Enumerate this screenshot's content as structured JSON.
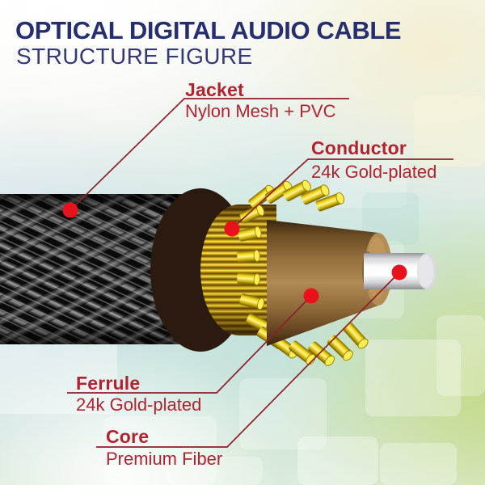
{
  "header": {
    "title": "OPTICAL DIGITAL AUDIO CABLE",
    "subtitle": "STRUCTURE FIGURE"
  },
  "callouts": {
    "jacket": {
      "title": "Jacket",
      "description": "Nylon Mesh + PVC"
    },
    "conductor": {
      "title": "Conductor",
      "description": "24k Gold-plated"
    },
    "ferrule": {
      "title": "Ferrule",
      "description": "24k Gold-plated"
    },
    "core": {
      "title": "Core",
      "description": "Premium Fiber"
    }
  },
  "colors": {
    "title_navy": "#272e6d",
    "label_red": "#b0232f",
    "leader_line_red": "#8d1f2b",
    "marker_dot_red": "#e8121c",
    "gold_wire": "#ffd93b",
    "ferrule_brown": "#8a6a40",
    "core_silver": "#e9e9ec",
    "mesh_black": "#0a0a0a",
    "accent_green": "#c1d882",
    "accent_blue": "#c4dbe9",
    "accent_cream": "#f4eecd"
  }
}
